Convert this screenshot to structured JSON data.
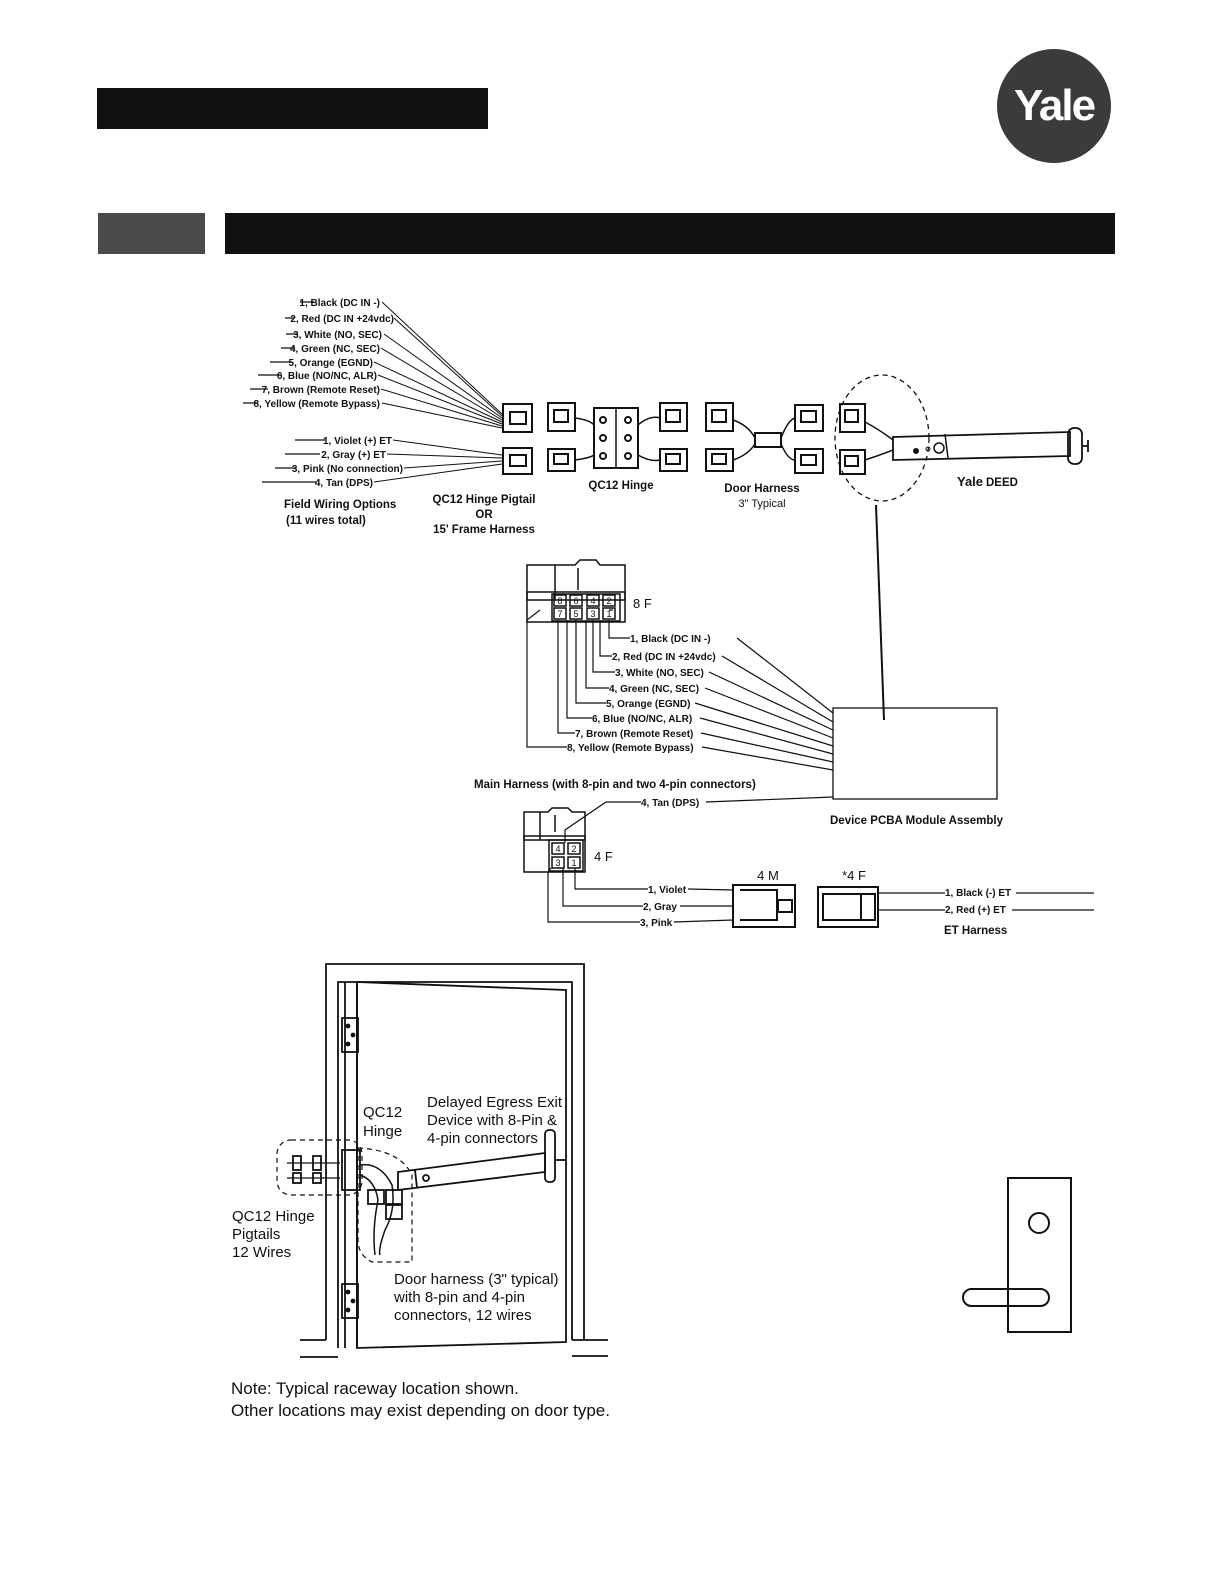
{
  "logo": {
    "text": "Yale"
  },
  "field_wires": [
    "1, Black (DC IN -)",
    "2, Red (DC IN +24vdc)",
    "3, White (NO, SEC)",
    "4, Green (NC, SEC)",
    "5, Orange (EGND)",
    "6, Blue (NO/NC, ALR)",
    "7, Brown (Remote Reset)",
    "8, Yellow (Remote Bypass)"
  ],
  "field_wires_4": [
    "1, Violet (+) ET",
    "2, Gray (+) ET",
    "3, Pink (No connection)",
    "4, Tan (DPS)"
  ],
  "labels": {
    "field_wiring_1": "Field Wiring Options",
    "field_wiring_2": "(11 wires total)",
    "pigtail_1": "QC12 Hinge Pigtail",
    "pigtail_2": "OR",
    "pigtail_3": "15' Frame Harness",
    "hinge": "QC12 Hinge",
    "door_harness_1": "Door Harness",
    "door_harness_2": "3\" Typical",
    "yale": "Yale",
    "deed": "DEED",
    "conn_8f": "8 F",
    "main_harness": "Main Harness (with 8-pin and two 4-pin connectors)",
    "pcba": "Device PCBA Module Assembly",
    "conn_4f": "4 F",
    "conn_4m": "4 M",
    "conn_4f_star": "*4 F",
    "et_harness": "ET Harness",
    "tan_dps": "4, Tan (DPS)"
  },
  "main_wires": [
    "1, Black (DC IN -)",
    "2, Red (DC IN +24vdc)",
    "3, White (NO, SEC)",
    "4, Green (NC, SEC)",
    "5, Orange (EGND)",
    "6, Blue (NO/NC, ALR)",
    "7, Brown (Remote Reset)",
    "8, Yellow (Remote Bypass)"
  ],
  "pins_8": [
    "8",
    "6",
    "4",
    "2",
    "7",
    "5",
    "3",
    "1"
  ],
  "pins_4": [
    "4",
    "2",
    "3",
    "1"
  ],
  "four_wires": [
    "1, Violet",
    "2, Gray",
    "3, Pink"
  ],
  "et_wires": [
    "1, Black (-) ET",
    "2, Red (+) ET"
  ],
  "door": {
    "qc12_1": "QC12",
    "qc12_2": "Hinge",
    "deed_1": "Delayed Egress Exit",
    "deed_2": "Device with 8-Pin &",
    "deed_3": "4-pin connectors",
    "pig_1": "QC12 Hinge",
    "pig_2": "Pigtails",
    "pig_3": "12 Wires",
    "dh_1": "Door harness (3\" typical)",
    "dh_2": "with 8-pin and 4-pin",
    "dh_3": "connectors, 12 wires"
  },
  "note": {
    "line1": "Note: Typical raceway location shown.",
    "line2": "Other locations may exist depending on door type."
  }
}
